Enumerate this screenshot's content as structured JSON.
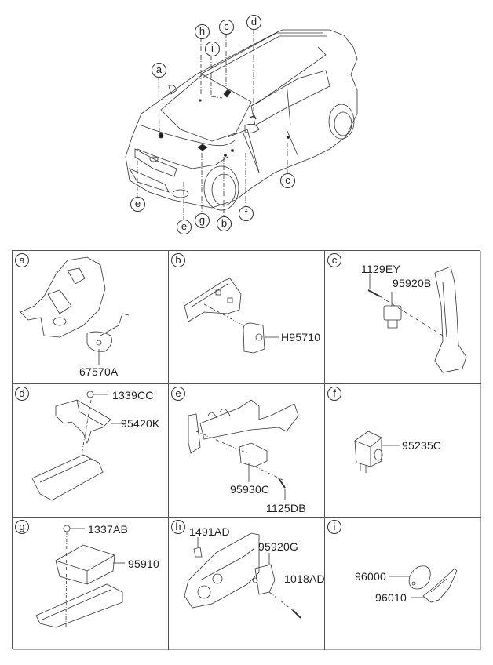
{
  "overview": {
    "callouts": [
      {
        "id": "a",
        "label": "a"
      },
      {
        "id": "h",
        "label": "h"
      },
      {
        "id": "i",
        "label": "i"
      },
      {
        "id": "c-top",
        "label": "c"
      },
      {
        "id": "d",
        "label": "d"
      },
      {
        "id": "c-side",
        "label": "c"
      },
      {
        "id": "e-left",
        "label": "e"
      },
      {
        "id": "e-bottom",
        "label": "e"
      },
      {
        "id": "g",
        "label": "g"
      },
      {
        "id": "b",
        "label": "b"
      },
      {
        "id": "f",
        "label": "f"
      }
    ]
  },
  "panels": [
    {
      "key": "a",
      "label": "a",
      "parts": [
        "67570A"
      ]
    },
    {
      "key": "b",
      "label": "b",
      "parts": [
        "H95710"
      ]
    },
    {
      "key": "c",
      "label": "c",
      "parts": [
        "1129EY",
        "95920B"
      ]
    },
    {
      "key": "d",
      "label": "d",
      "parts": [
        "1339CC",
        "95420K"
      ]
    },
    {
      "key": "e",
      "label": "e",
      "parts": [
        "95930C",
        "1125DB"
      ]
    },
    {
      "key": "f",
      "label": "f",
      "parts": [
        "95235C"
      ]
    },
    {
      "key": "g",
      "label": "g",
      "parts": [
        "1337AB",
        "95910"
      ]
    },
    {
      "key": "h",
      "label": "h",
      "parts": [
        "1491AD",
        "95920G",
        "1018AD"
      ]
    },
    {
      "key": "i",
      "label": "i",
      "parts": [
        "96000",
        "96010"
      ]
    }
  ]
}
